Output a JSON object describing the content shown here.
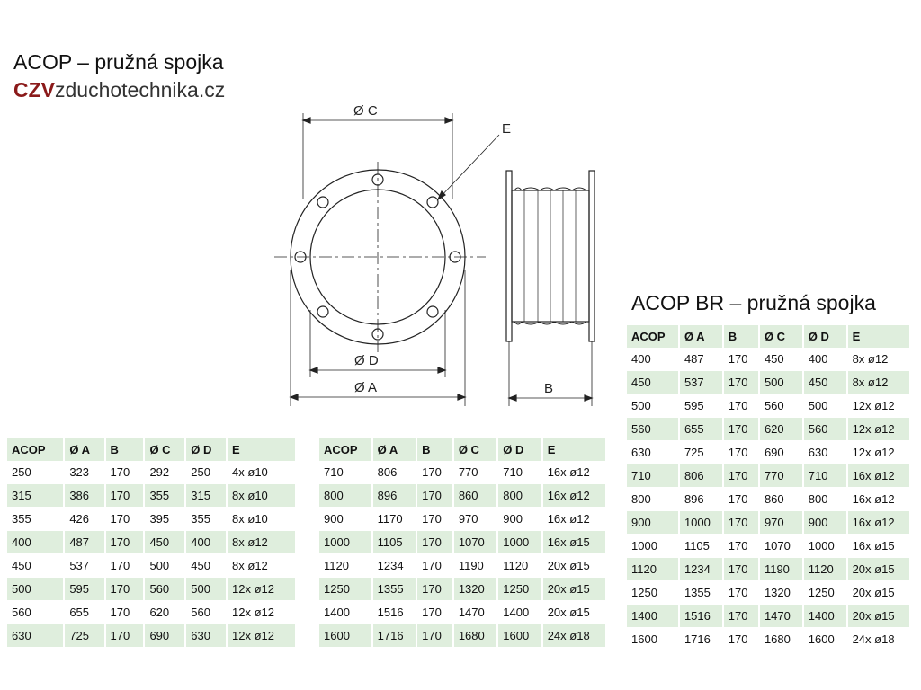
{
  "header": {
    "title": "ACOP – pružná spojka",
    "brand_bold": "CZV",
    "brand_rest": "zduchotechnika.cz"
  },
  "drawing": {
    "label_c": "Ø C",
    "label_d": "Ø D",
    "label_a": "Ø A",
    "label_e": "E",
    "label_b": "B"
  },
  "section_br": {
    "title": "ACOP BR – pružná spojka"
  },
  "columns": [
    "ACOP",
    "Ø A",
    "B",
    "Ø C",
    "Ø D",
    "E"
  ],
  "tables": [
    {
      "id": "t1",
      "rows": [
        [
          "250",
          "323",
          "170",
          "292",
          "250",
          "4x ø10"
        ],
        [
          "315",
          "386",
          "170",
          "355",
          "315",
          "8x ø10"
        ],
        [
          "355",
          "426",
          "170",
          "395",
          "355",
          "8x ø10"
        ],
        [
          "400",
          "487",
          "170",
          "450",
          "400",
          "8x ø12"
        ],
        [
          "450",
          "537",
          "170",
          "500",
          "450",
          "8x ø12"
        ],
        [
          "500",
          "595",
          "170",
          "560",
          "500",
          "12x ø12"
        ],
        [
          "560",
          "655",
          "170",
          "620",
          "560",
          "12x ø12"
        ],
        [
          "630",
          "725",
          "170",
          "690",
          "630",
          "12x ø12"
        ]
      ]
    },
    {
      "id": "t2",
      "rows": [
        [
          "710",
          "806",
          "170",
          "770",
          "710",
          "16x ø12"
        ],
        [
          "800",
          "896",
          "170",
          "860",
          "800",
          "16x ø12"
        ],
        [
          "900",
          "1170",
          "170",
          "970",
          "900",
          "16x ø12"
        ],
        [
          "1000",
          "1105",
          "170",
          "1070",
          "1000",
          "16x ø15"
        ],
        [
          "1120",
          "1234",
          "170",
          "1190",
          "1120",
          "20x ø15"
        ],
        [
          "1250",
          "1355",
          "170",
          "1320",
          "1250",
          "20x ø15"
        ],
        [
          "1400",
          "1516",
          "170",
          "1470",
          "1400",
          "20x ø15"
        ],
        [
          "1600",
          "1716",
          "170",
          "1680",
          "1600",
          "24x ø18"
        ]
      ]
    },
    {
      "id": "t3",
      "rows": [
        [
          "400",
          "487",
          "170",
          "450",
          "400",
          "8x ø12"
        ],
        [
          "450",
          "537",
          "170",
          "500",
          "450",
          "8x ø12"
        ],
        [
          "500",
          "595",
          "170",
          "560",
          "500",
          "12x ø12"
        ],
        [
          "560",
          "655",
          "170",
          "620",
          "560",
          "12x ø12"
        ],
        [
          "630",
          "725",
          "170",
          "690",
          "630",
          "12x ø12"
        ],
        [
          "710",
          "806",
          "170",
          "770",
          "710",
          "16x ø12"
        ],
        [
          "800",
          "896",
          "170",
          "860",
          "800",
          "16x ø12"
        ],
        [
          "900",
          "1000",
          "170",
          "970",
          "900",
          "16x ø12"
        ],
        [
          "1000",
          "1105",
          "170",
          "1070",
          "1000",
          "16x ø15"
        ],
        [
          "1120",
          "1234",
          "170",
          "1190",
          "1120",
          "20x ø15"
        ],
        [
          "1250",
          "1355",
          "170",
          "1320",
          "1250",
          "20x ø15"
        ],
        [
          "1400",
          "1516",
          "170",
          "1470",
          "1400",
          "20x ø15"
        ],
        [
          "1600",
          "1716",
          "170",
          "1680",
          "1600",
          "24x ø18"
        ]
      ]
    }
  ]
}
